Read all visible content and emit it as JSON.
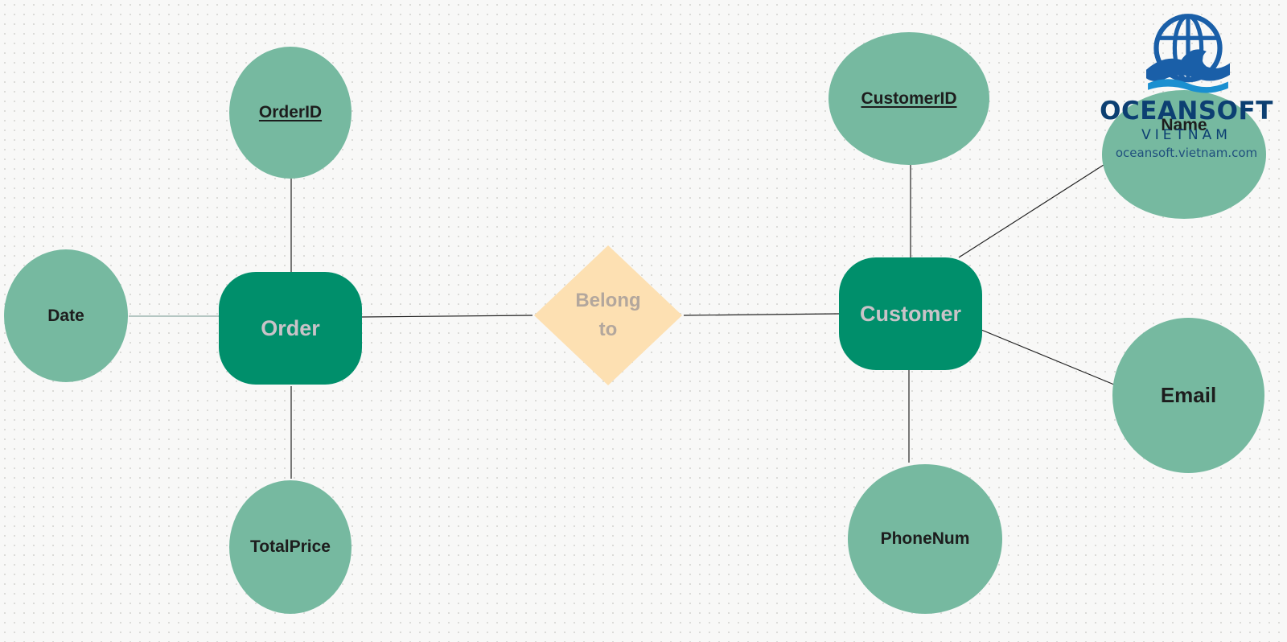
{
  "entities": {
    "order": "Order",
    "customer": "Customer"
  },
  "relationship": {
    "label": "Belong\nto"
  },
  "attributes": {
    "order_id": "OrderID",
    "date": "Date",
    "total_price": "TotalPrice",
    "customer_id": "CustomerID",
    "name": "Name",
    "email": "Email",
    "phone_num": "PhoneNum"
  },
  "watermark": {
    "brand": "OCEANSOFT",
    "country": "VIETNAM",
    "url": "oceansoft.vietnam.com"
  },
  "colors": {
    "entity": "#008f6b",
    "attribute": "#76b9a0",
    "relationship": "#fde0b2",
    "brand": "#0c3f72"
  }
}
